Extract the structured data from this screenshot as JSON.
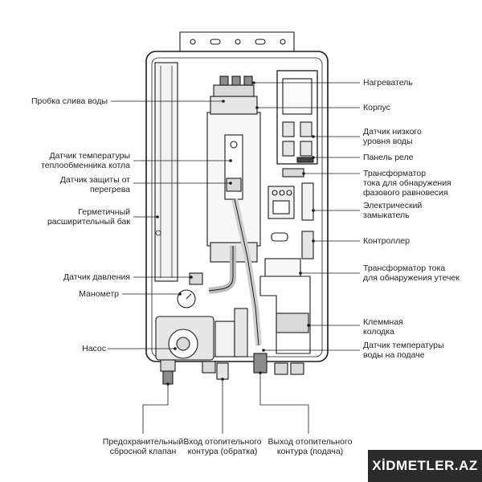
{
  "labels": {
    "heater": [
      "Нагреватель"
    ],
    "housing": [
      "Корпус"
    ],
    "low_level_sensor": [
      "Датчик низкого",
      "уровня воды"
    ],
    "relay_panel": [
      "Панель реле"
    ],
    "phase_ct": [
      "Трансформатор",
      "тока для обнаружения",
      "фазового равновесия"
    ],
    "contactor": [
      "Электрический",
      "замыкатель"
    ],
    "controller": [
      "Контроллер"
    ],
    "leak_ct": [
      "Трансформатор тока",
      "для обнаружения утечек"
    ],
    "terminal": [
      "Клеммная",
      "колодка"
    ],
    "supply_temp": [
      "Датчик температуры",
      "воды на подаче"
    ],
    "drain_plug": [
      "Пробка слива воды"
    ],
    "hx_temp": [
      "Датчик температуры",
      "теплообменника котла"
    ],
    "overheat": [
      "Датчик защиты от",
      "перегрева"
    ],
    "exp_tank": [
      "Герметичный",
      "расширительный бак"
    ],
    "pressure": [
      "Датчик давления"
    ],
    "manometer": [
      "Манометр"
    ],
    "pump": [
      "Насос"
    ],
    "safety_valve": [
      "Предохранительный",
      "сбросной клапан"
    ],
    "return_inlet": [
      "Вход отопительного",
      "контура (обратка)"
    ],
    "supply_outlet": [
      "Выход отопительного",
      "контура (подача)"
    ]
  },
  "watermark": "XİDMETLER.AZ",
  "colors": {
    "line": "#1a1a1a",
    "text": "#222222",
    "fill_light": "#f2f2f2",
    "fill_mid": "#d9d9d9",
    "fill_dark": "#8c8c8c",
    "watermark_bg": "#2b2b2b"
  }
}
